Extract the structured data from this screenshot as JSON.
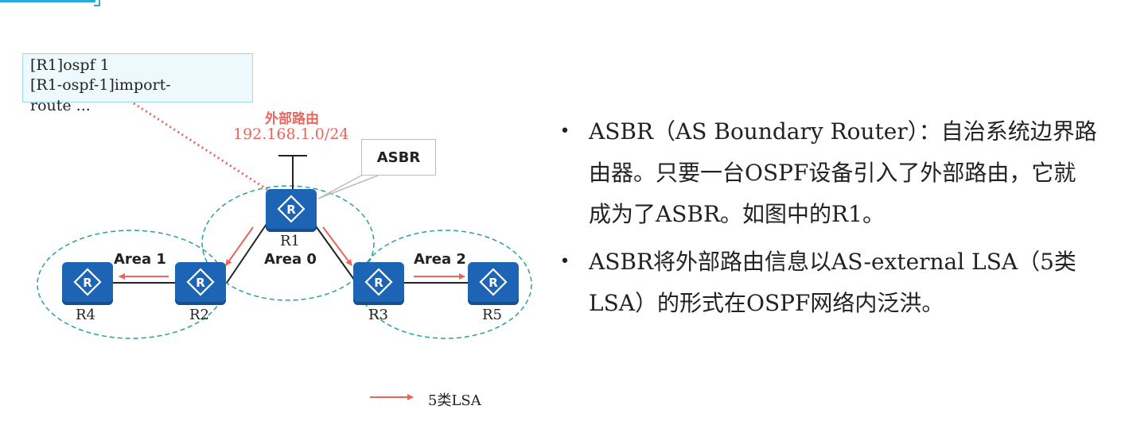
{
  "command_box": {
    "lines": [
      "[R1]ospf 1",
      "[R1-ospf-1]import-",
      "route ..."
    ]
  },
  "external_route": {
    "label": "外部路由",
    "ip": "192.168.1.0/24"
  },
  "asbr_callout": "ASBR",
  "routers": {
    "r1": "R1",
    "r2": "R2",
    "r3": "R3",
    "r4": "R4",
    "r5": "R5"
  },
  "areas": {
    "area0": "Area 0",
    "area1": "Area 1",
    "area2": "Area 2"
  },
  "legend": {
    "label": "5类LSA",
    "color": "#e8665e"
  },
  "colors": {
    "router": "#1d64b5",
    "area_ellipse": "#2aa198",
    "lsa_arrow": "#e8665e"
  },
  "bullets": [
    {
      "text": "ASBR（AS Boundary Router）：自治系统边界路由器。只要一台OSPF设备引入了外部路由，它就成为了ASBR。如图中的R1。"
    },
    {
      "text": "ASBR将外部路由信息以AS-external LSA（5类LSA）的形式在OSPF网络内泛洪。"
    }
  ]
}
